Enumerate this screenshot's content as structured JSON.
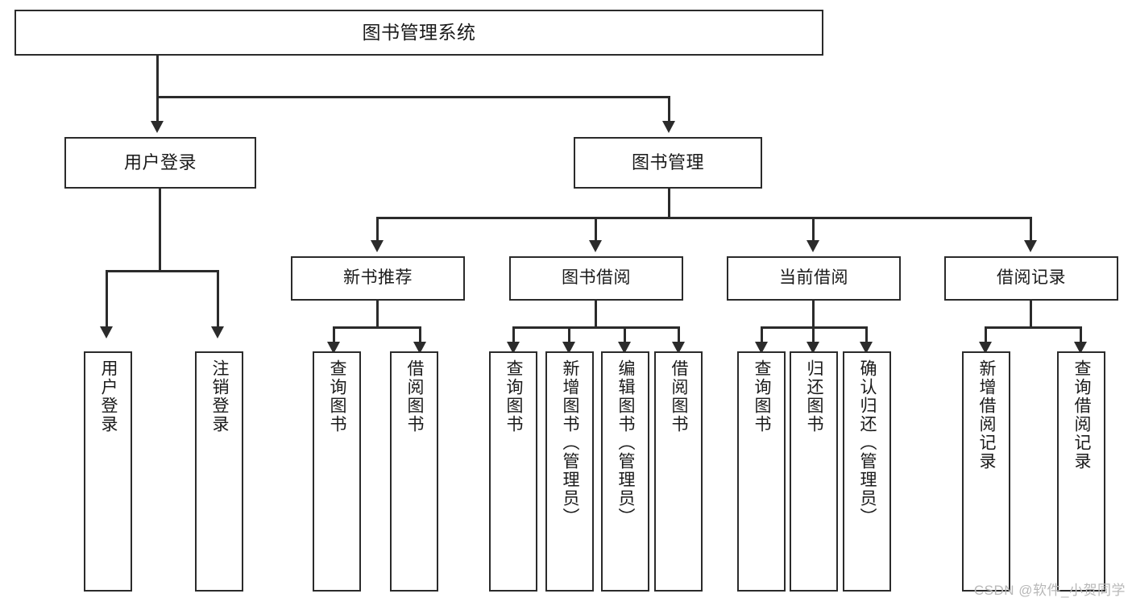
{
  "diagram": {
    "title": "图书管理系统",
    "type": "hierarchy-tree",
    "root": {
      "label": "图书管理系统"
    },
    "level1": [
      {
        "label": "用户登录"
      },
      {
        "label": "图书管理"
      }
    ],
    "level2": [
      {
        "label": "新书推荐"
      },
      {
        "label": "图书借阅"
      },
      {
        "label": "当前借阅"
      },
      {
        "label": "借阅记录"
      }
    ],
    "leaves": [
      {
        "label": "用户登录",
        "parent": "用户登录"
      },
      {
        "label": "注销登录",
        "parent": "用户登录"
      },
      {
        "label": "查询图书",
        "parent": "新书推荐"
      },
      {
        "label": "借阅图书",
        "parent": "新书推荐"
      },
      {
        "label": "查询图书",
        "parent": "图书借阅"
      },
      {
        "label": "新增图书（管理员）",
        "parent": "图书借阅"
      },
      {
        "label": "编辑图书（管理员）",
        "parent": "图书借阅"
      },
      {
        "label": "借阅图书",
        "parent": "图书借阅"
      },
      {
        "label": "查询图书",
        "parent": "当前借阅"
      },
      {
        "label": "归还图书",
        "parent": "当前借阅"
      },
      {
        "label": "确认归还（管理员）",
        "parent": "当前借阅"
      },
      {
        "label": "新增借阅记录",
        "parent": "借阅记录"
      },
      {
        "label": "查询借阅记录",
        "parent": "借阅记录"
      }
    ]
  },
  "watermark": {
    "text": "CSDN @软件_小贺同学"
  },
  "colors": {
    "stroke": "#2b2b2b",
    "fill": "#ffffff",
    "text": "#1a1a1a",
    "watermark": "#b8b8b8"
  }
}
